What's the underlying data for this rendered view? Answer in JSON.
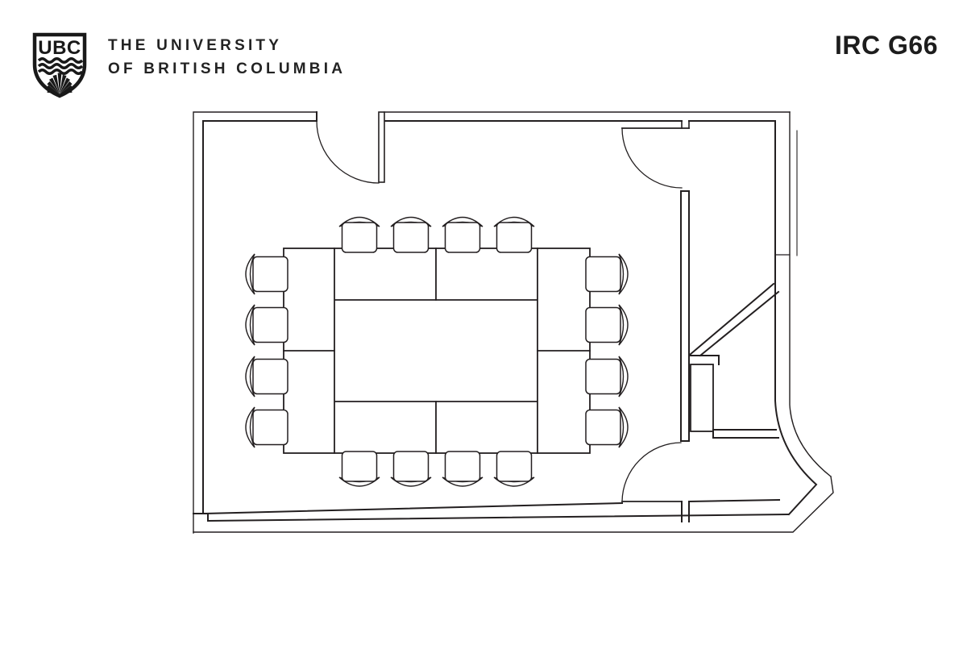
{
  "header": {
    "crest_text": "UBC",
    "university_name_line1": "THE UNIVERSITY",
    "university_name_line2": "OF BRITISH COLUMBIA",
    "room_label": "IRC G66"
  },
  "floorplan": {
    "room_name": "IRC G66",
    "style": {
      "line_color": "#231f20",
      "background": "#ffffff"
    },
    "furniture": {
      "table_groups": 1,
      "table_segments": 8,
      "chair_count": 16,
      "chairs": {
        "top_centers_x": [
          446,
          510,
          574,
          638
        ],
        "bottom_centers_x": [
          446,
          510,
          574,
          638
        ],
        "left_centers_y": [
          340,
          403,
          467,
          530
        ],
        "right_centers_y": [
          340,
          403,
          467,
          530
        ]
      }
    },
    "doors": {
      "count": 3,
      "labels": [
        "top-left-door",
        "top-right-door",
        "bottom-right-door"
      ]
    }
  }
}
